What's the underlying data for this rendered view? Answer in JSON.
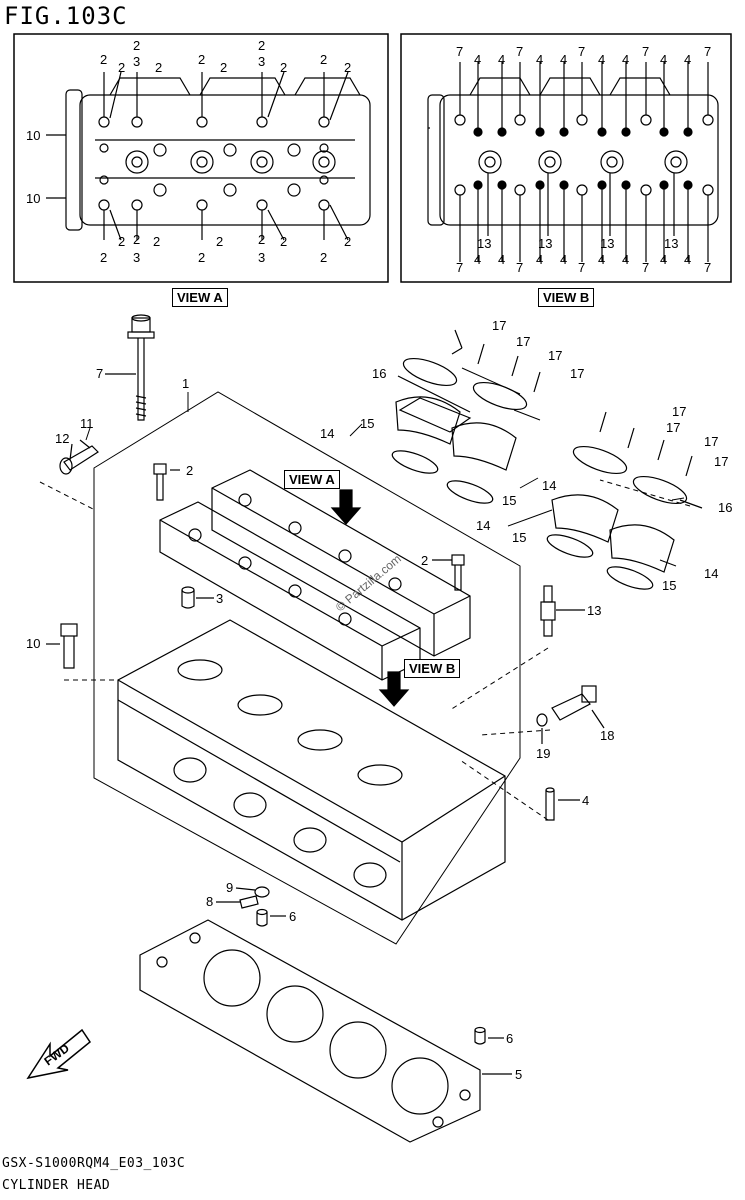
{
  "figure": {
    "title": "FIG.103C",
    "code": "GSX-S1000RQM4_E03_103C",
    "name": "CYLINDER HEAD",
    "watermark": "© Partzilla.com"
  },
  "views": {
    "a_label": "VIEW A",
    "b_label": "VIEW B",
    "a_callouts": [
      "2",
      "3",
      "10"
    ],
    "b_callouts": [
      "4",
      "7",
      "13"
    ]
  },
  "callouts": {
    "p1": "1",
    "p2": "2",
    "p3": "3",
    "p4": "4",
    "p5": "5",
    "p6": "6",
    "p7": "7",
    "p8": "8",
    "p9": "9",
    "p10": "10",
    "p11": "11",
    "p12": "12",
    "p13": "13",
    "p14": "14",
    "p15": "15",
    "p16": "16",
    "p17": "17",
    "p18": "18",
    "p19": "19"
  },
  "fwd_label": "FWD",
  "colors": {
    "line": "#000000",
    "background": "#ffffff",
    "watermark": "#666666"
  }
}
